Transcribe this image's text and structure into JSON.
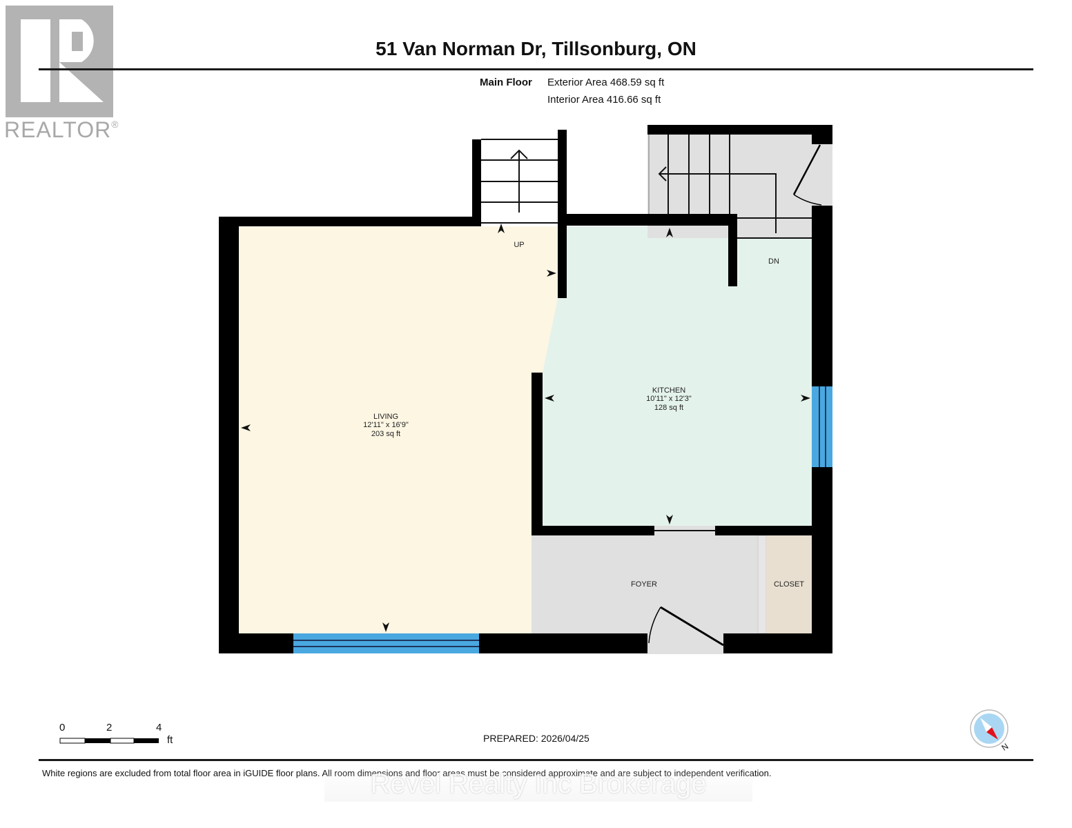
{
  "logo": {
    "icon": "realtor-r-logo",
    "text": "REALTOR",
    "mark": "®"
  },
  "header": {
    "title": "51 Van Norman Dr, Tillsonburg, ON"
  },
  "summary": {
    "floor": "Main Floor",
    "exterior_area": "Exterior Area 468.59 sq ft",
    "interior_area": "Interior Area 416.66 sq ft"
  },
  "rooms": [
    {
      "name": "LIVING",
      "dims": "12'11\" x 16'9\"",
      "area": "203 sq ft",
      "color": "#fdf6e3"
    },
    {
      "name": "KITCHEN",
      "dims": "10'11\" x 12'3\"",
      "area": "128 sq ft",
      "color": "#e4f2ec"
    },
    {
      "name": "FOYER",
      "color": "#e0e0e0"
    },
    {
      "name": "CLOSET",
      "color": "#e8dfd0"
    }
  ],
  "stairs": {
    "up_label": "UP",
    "down_label": "DN"
  },
  "colors": {
    "wall": "#000000",
    "window": "#4aa8e0",
    "stair_area": "#e0e0e0"
  },
  "scale": {
    "ticks": [
      "0",
      "2",
      "4"
    ],
    "unit": "ft"
  },
  "prepared": "PREPARED: 2026/04/25",
  "compass": {
    "icon": "compass-north-icon",
    "label": "N"
  },
  "disclaimer": "White regions are excluded from total floor area in iGUIDE floor plans. All room dimensions and floor areas must be considered approximate and are subject to independent verification.",
  "watermark": "Revel Realty Inc Brokerage"
}
